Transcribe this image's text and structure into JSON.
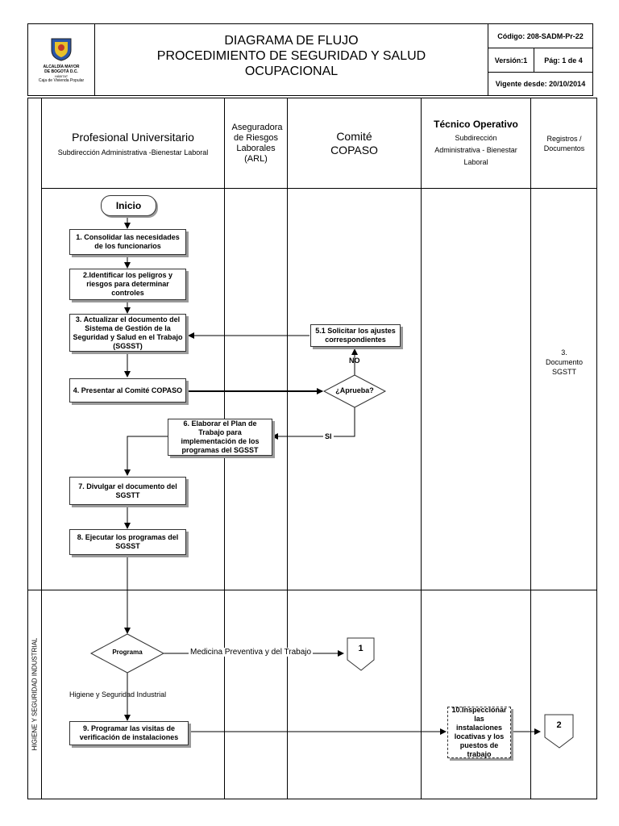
{
  "header": {
    "logo_text": [
      "ALCALDÍA MAYOR",
      "DE BOGOTÁ D.C.",
      "HÁBITAT",
      "Caja de Vivienda Popular"
    ],
    "title_lines": [
      "DIAGRAMA DE FLUJO",
      "PROCEDIMIENTO DE SEGURIDAD Y SALUD",
      "OCUPACIONAL"
    ],
    "codigo": "Código: 208-SADM-Pr-22",
    "version": "Versión:1",
    "pagina": "Pág: 1 de 4",
    "vigente": "Vigente desde: 20/10/2014"
  },
  "lanes": {
    "profesional_title": "Profesional Universitario",
    "profesional_sub": "Subdirección Administrativa -Bienestar Laboral",
    "arl": "Aseguradora de Riesgos Laborales (ARL)",
    "comite": "Comité COPASO",
    "tecnico_title": "Técnico Operativo",
    "tecnico_sub": "Subdirección Administrativa - Bienestar Laboral",
    "registros": "Registros / Documentos",
    "side_section": "HIGIENE Y SEGURIDAD INDUSTRIAL"
  },
  "flow": {
    "inicio": "Inicio",
    "step1": "1. Consolidar las necesidades de los funcionarios",
    "step2": "2.Identificar los peligros y riesgos para determinar controles",
    "step3": "3. Actualizar el documento del Sistema de Gestión de la Seguridad y Salud en el Trabajo (SGSST)",
    "step4": "4. Presentar al Comité COPASO",
    "step5_1": "5.1 Solicitar los ajustes correspondientes",
    "decision": "¿Aprueba?",
    "no_label": "NO",
    "si_label": "SI",
    "step6": "6. Elaborar el Plan de Trabajo para implementación de los programas del SGSST",
    "step7": "7. Divulgar el documento del SGSTT",
    "step8": "8. Ejecutar los programas del SGSST",
    "programa": "Programa",
    "medicina_label": "Medicina Preventiva y del Trabajo",
    "connector1": "1",
    "higiene_label": "Higiene y Seguridad Industrial",
    "step9": "9. Programar las visitas de verificación de instalaciones",
    "step10": "10.Inspeccionar las instalaciones locativas y los puestos de trabajo",
    "connector2": "2",
    "registro3": "3. Documento SGSTT"
  }
}
